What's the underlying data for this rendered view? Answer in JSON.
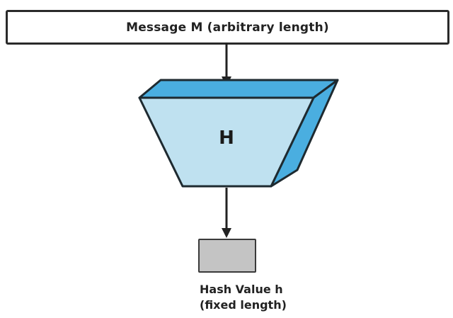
{
  "diagram": {
    "message_box": {
      "label": "Message M (arbitrary  length)"
    },
    "hash_function": {
      "label": "H",
      "front_color": "#bfe1f0",
      "side_color": "#4aaee0"
    },
    "output_box": {
      "label_line1": "Hash Value h",
      "label_line2": "(fixed length)",
      "fill_color": "#c4c4c4"
    }
  }
}
